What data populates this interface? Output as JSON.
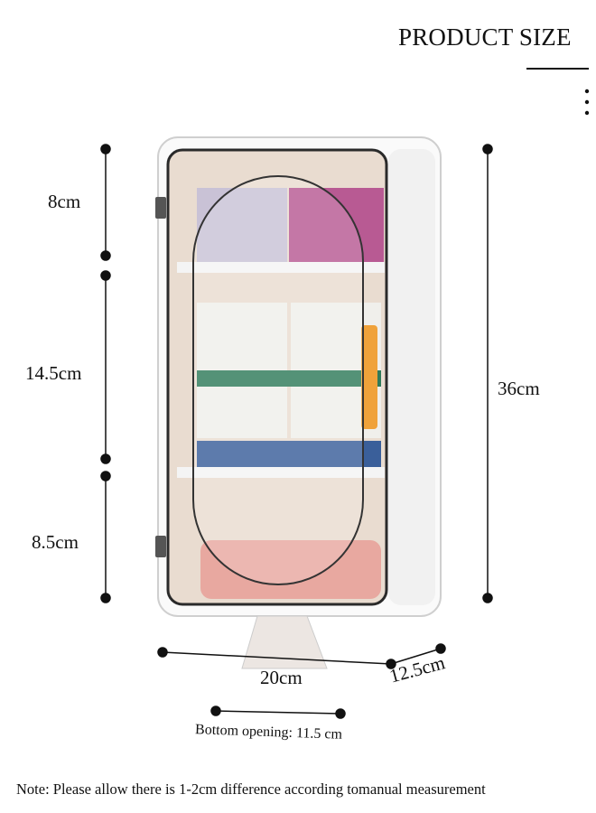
{
  "header": {
    "title": "PRODUCT SIZE",
    "menu_icon": "vertical-dots-icon"
  },
  "dimensions": {
    "top_section": "8cm",
    "middle_section": "14.5cm",
    "bottom_section": "8.5cm",
    "height": "36cm",
    "width": "20cm",
    "depth": "12.5cm",
    "bottom_opening": "Bottom opening: 11.5 cm"
  },
  "note": "Note: Please allow there is 1-2cm difference according tomanual measurement",
  "colors": {
    "line": "#111111",
    "cabinet": "#ffffff",
    "frame": "#2a2a2a",
    "interior": "#e9dcd0"
  }
}
